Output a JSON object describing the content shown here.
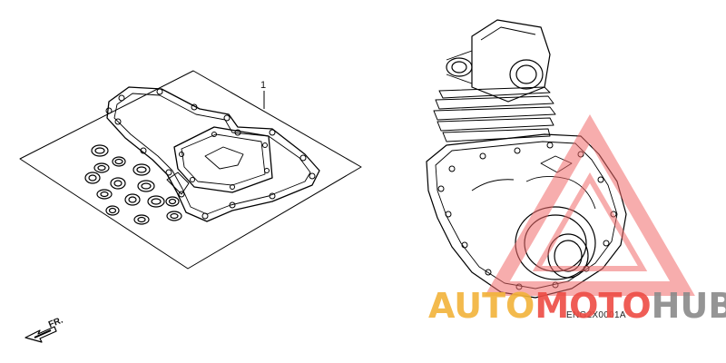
{
  "diagram": {
    "callout_number": "1",
    "front_indicator": "FR.",
    "drawing_code": "ENG2X0001A"
  },
  "watermark": {
    "part_a": "AUTO",
    "part_b": "MOTO",
    "part_c": "HUB",
    "colors": {
      "auto": "#f2b33a",
      "moto": "#ee4c44",
      "hub": "#8a8a8a",
      "triangle": "#f26b6b"
    }
  }
}
